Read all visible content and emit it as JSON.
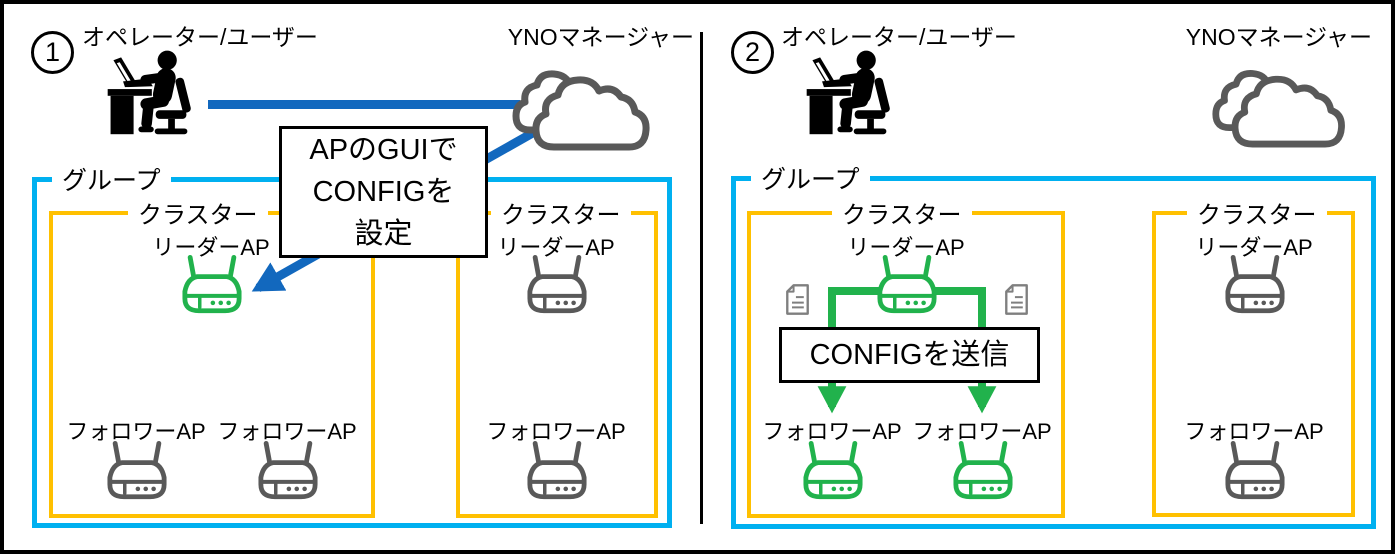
{
  "panel1": {
    "step": "1",
    "operator_label": "オペレーター/ユーザー",
    "manager_label": "YNOマネージャー",
    "group_label": "グループ",
    "callout": {
      "line1": "APのGUIで",
      "line2": "CONFIGを",
      "line3": "設定"
    },
    "cluster1": {
      "label": "クラスター",
      "leader": "リーダーAP",
      "follower1": "フォロワーAP",
      "follower2": "フォロワーAP"
    },
    "cluster2": {
      "label": "クラスター",
      "leader": "リーダーAP",
      "follower1": "フォロワーAP"
    }
  },
  "panel2": {
    "step": "2",
    "operator_label": "オペレーター/ユーザー",
    "manager_label": "YNOマネージャー",
    "group_label": "グループ",
    "callout": "CONFIGを送信",
    "cluster1": {
      "label": "クラスター",
      "leader": "リーダーAP",
      "follower1": "フォロワーAP",
      "follower2": "フォロワーAP"
    },
    "cluster2": {
      "label": "クラスター",
      "leader": "リーダーAP",
      "follower1": "フォロワーAP"
    }
  },
  "colors": {
    "connection_blue": "#1268BE",
    "group_border_blue": "#00B0F0",
    "cluster_border_orange": "#FFC000",
    "active_green": "#21B24C",
    "device_gray": "#595959",
    "document_gray": "#7F7F7F"
  }
}
